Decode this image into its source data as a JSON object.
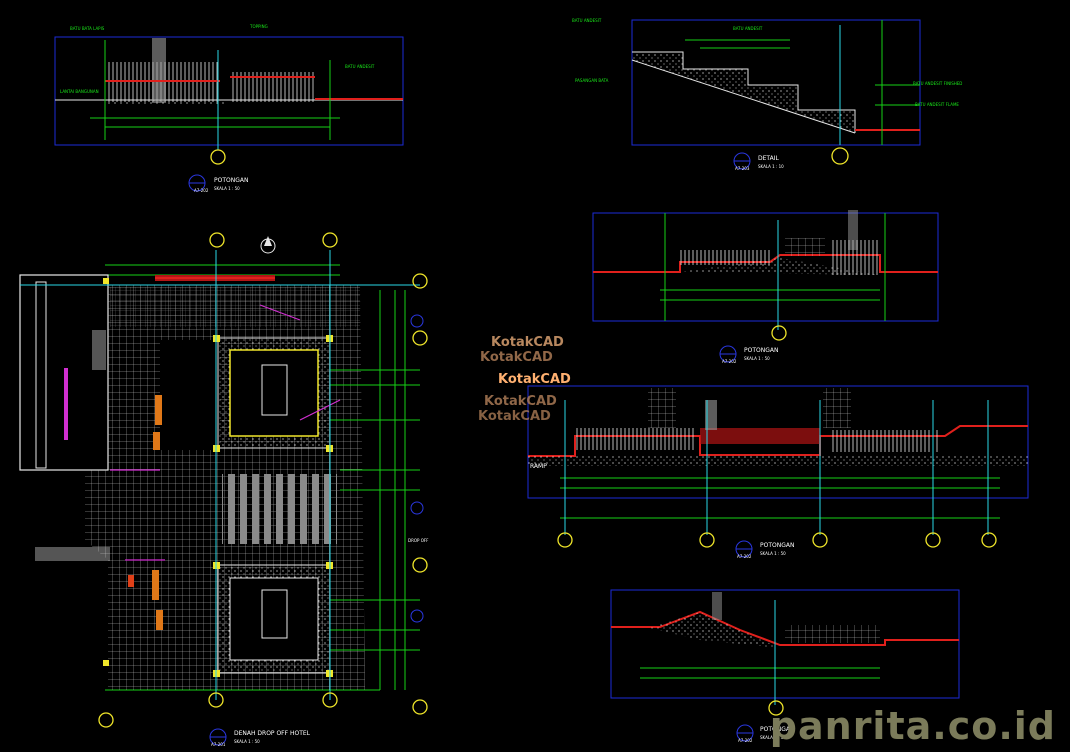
{
  "titles": {
    "potongan_a": {
      "ref": "A7-202",
      "name": "POTONGAN",
      "scale": "SKALA 1 : 50"
    },
    "detail": {
      "ref": "A7-203",
      "name": "DETAIL",
      "scale": "SKALA 1 : 10"
    },
    "potongan_b": {
      "ref": "A7-202",
      "name": "POTONGAN",
      "scale": "SKALA 1 : 50"
    },
    "potongan_c": {
      "ref": "A7-202",
      "name": "POTONGAN",
      "scale": "SKALA 1 : 50"
    },
    "potongan_d": {
      "ref": "A7-202",
      "name": "POTONGAN",
      "scale": "SKALA 1 : 50"
    },
    "denah": {
      "ref": "A7-201",
      "name": "DENAH DROP OFF HOTEL",
      "scale": "SKALA 1 : 50"
    }
  },
  "labels": {
    "ramp": "RAMP",
    "drop_off": "DROP OFF",
    "pasangan_bata": "PASANGAN BATA",
    "batu_andesit_finished": "BATU ANDESIT FINISHED",
    "batu_andesit_flame": "BATU ANDESIT FLAME",
    "batu_andesit": "BATU ANDESIT"
  },
  "watermark": {
    "text": "KotakCAD"
  },
  "brand": {
    "text": "panrita.co.id"
  },
  "colors": {
    "blue": "#1d2bd8",
    "green": "#19e619",
    "red": "#e0201c",
    "yellow": "#f0e62a",
    "magenta": "#d12fd1"
  }
}
